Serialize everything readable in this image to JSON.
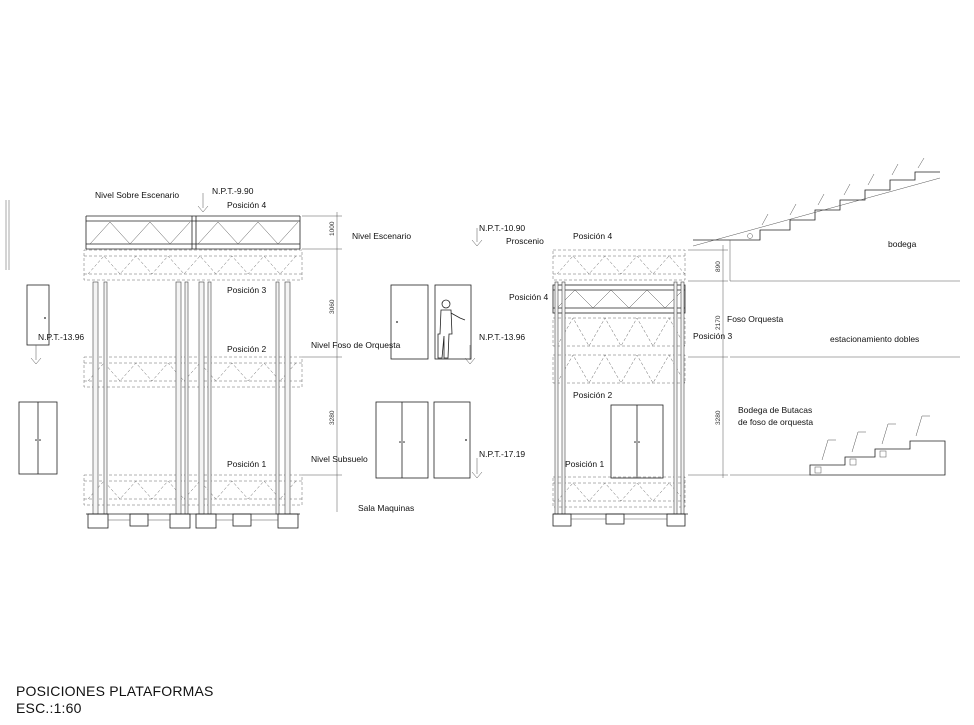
{
  "title": "POSICIONES PLATAFORMAS",
  "scale": "ESC.:1:60",
  "left_section": {
    "labels": {
      "nivel_sobre_escenario": "Nivel Sobre Escenario",
      "npt_top": "N.P.T.-9.90",
      "posicion_4": "Posición 4",
      "posicion_3": "Posición 3",
      "posicion_2": "Posición 2",
      "posicion_1": "Posición 1",
      "npt_left": "N.P.T.-13.96",
      "nivel_escenario": "Nivel Escenario",
      "nivel_foso": "Nivel Foso de Orquesta",
      "nivel_subsuelo": "Nivel Subsuelo",
      "sala_maquinas": "Sala Maquinas"
    },
    "dims": {
      "d1": "1000",
      "d2": "3060",
      "d3": "3280"
    }
  },
  "middle": {
    "npt_1090": "N.P.T.-10.90",
    "proscenio": "Proscenio",
    "npt_1396": "N.P.T.-13.96",
    "npt_1719": "N.P.T.-17.19"
  },
  "right_section": {
    "labels": {
      "posicion_4_top": "Posición 4",
      "posicion_4_mid": "Posición 4",
      "posicion_3": "Posición 3",
      "posicion_2": "Posición 2",
      "posicion_1": "Posición 1",
      "bodega": "bodega",
      "foso_orquesta": "Foso Orquesta",
      "estacionamiento": "estacionamiento dobles",
      "bodega_butacas_1": "Bodega de Butacas",
      "bodega_butacas_2": "de foso de orquesta"
    },
    "dims": {
      "d1": "890",
      "d2": "2170",
      "d3": "3280"
    }
  }
}
